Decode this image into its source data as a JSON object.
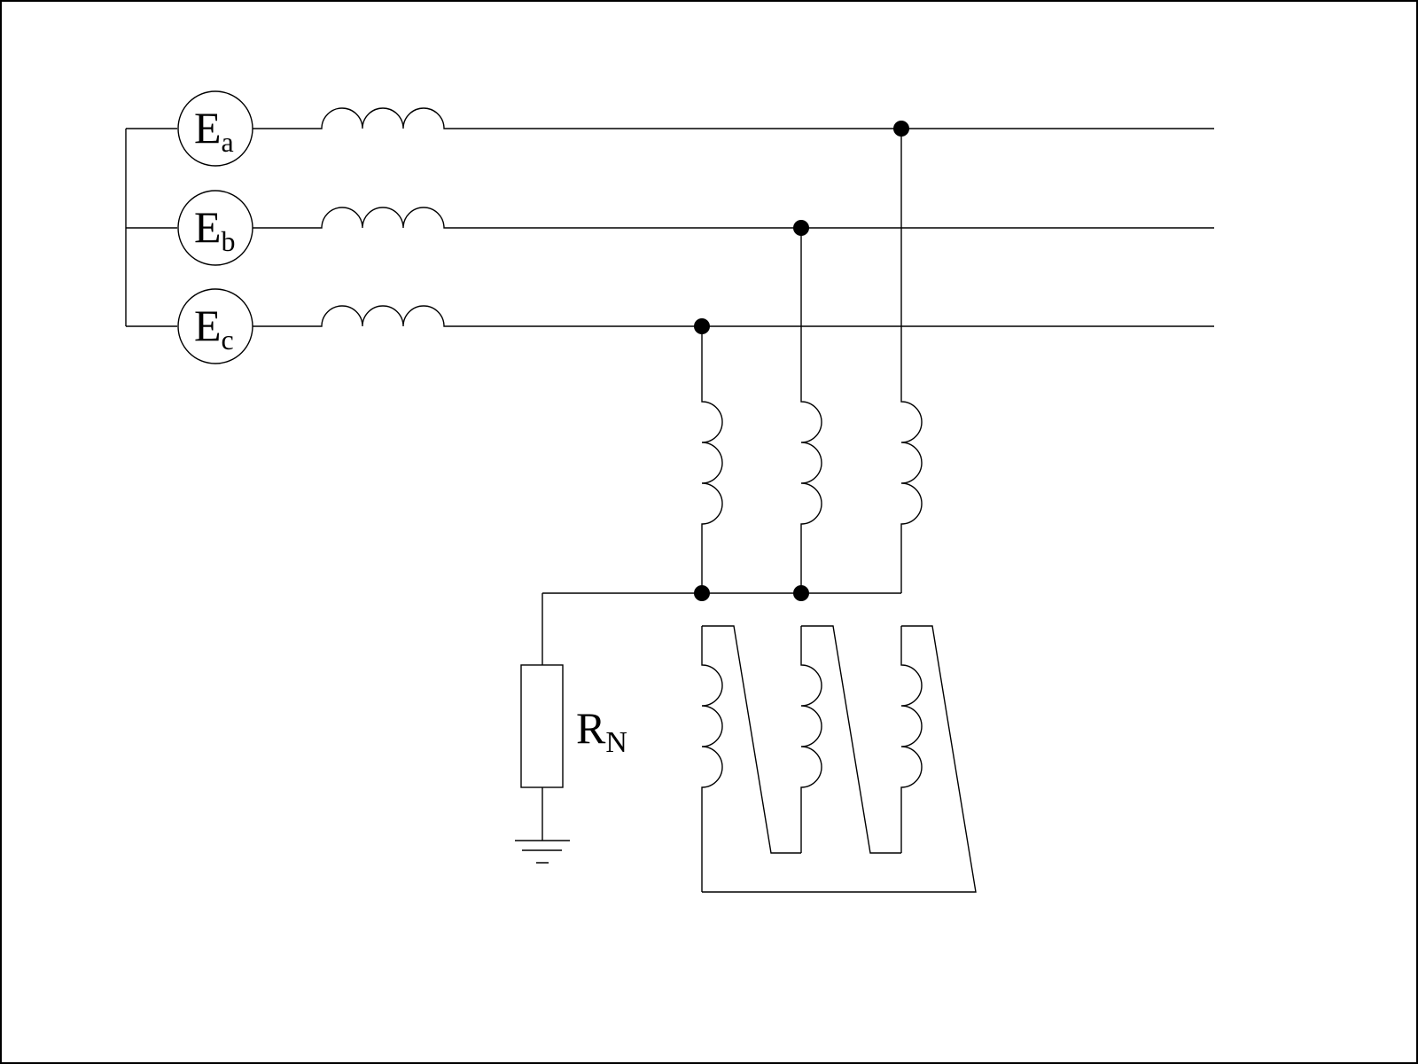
{
  "sources": [
    {
      "main": "E",
      "sub": "a"
    },
    {
      "main": "E",
      "sub": "b"
    },
    {
      "main": "E",
      "sub": "c"
    }
  ],
  "resistor": {
    "main": "R",
    "sub": "N"
  },
  "colors": {
    "line": "#000000",
    "background": "#ffffff"
  }
}
